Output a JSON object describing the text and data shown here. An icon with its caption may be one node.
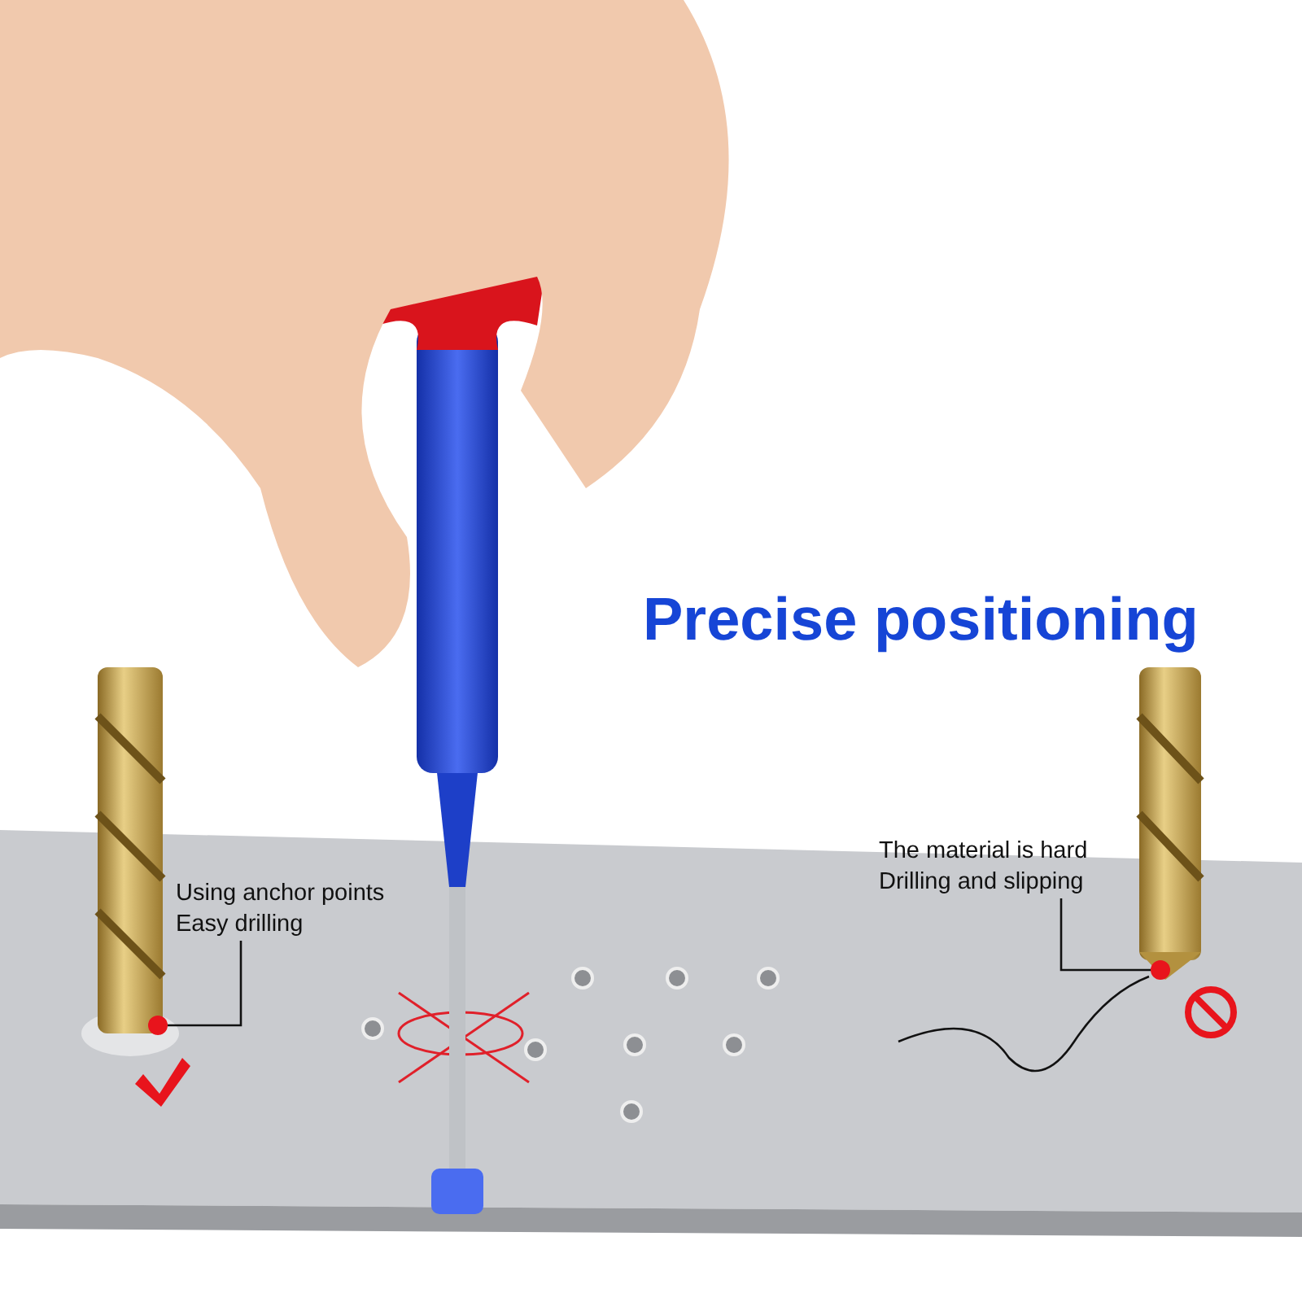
{
  "diagram": {
    "title": "Precise positioning",
    "nodes": [
      {
        "text": [
          "Using anchor points",
          "Easy drilling"
        ]
      },
      {
        "text": [],
        "shape": "circle"
      },
      {
        "text": [
          "The material is hard",
          "Drilling and slipping"
        ]
      },
      {
        "text": [],
        "shape": "circle"
      }
    ],
    "edges": [
      {
        "from": 0,
        "to": 1,
        "arrow": "none"
      },
      {
        "from": 2,
        "to": 3,
        "arrow": "none"
      }
    ]
  }
}
